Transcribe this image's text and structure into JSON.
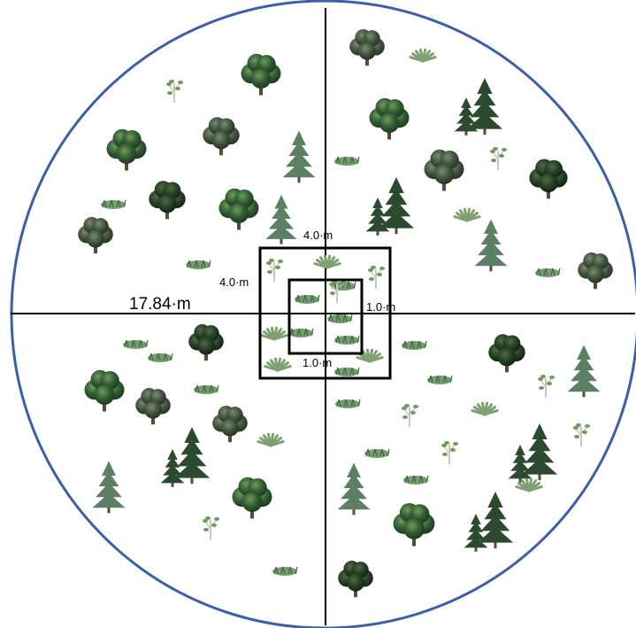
{
  "labels": {
    "radius": "17.84·m",
    "outer_top": "4.0·m",
    "outer_left": "4.0·m",
    "inner_right": "1.0·m",
    "inner_bottom": "1.0·m"
  },
  "colors": {
    "plot_boundary": "#3d5fa8",
    "axes": "#000000",
    "squares": "#000000",
    "tree_dark": "#1f3a22",
    "tree_mid": "#2f5a30",
    "tree_light": "#4f7f45",
    "conifer": "#2c4a30",
    "conifer_light": "#5d7f63",
    "grass": "#5f8a5a",
    "fern": "#7fa070",
    "trunk": "#5a4a3a"
  }
}
